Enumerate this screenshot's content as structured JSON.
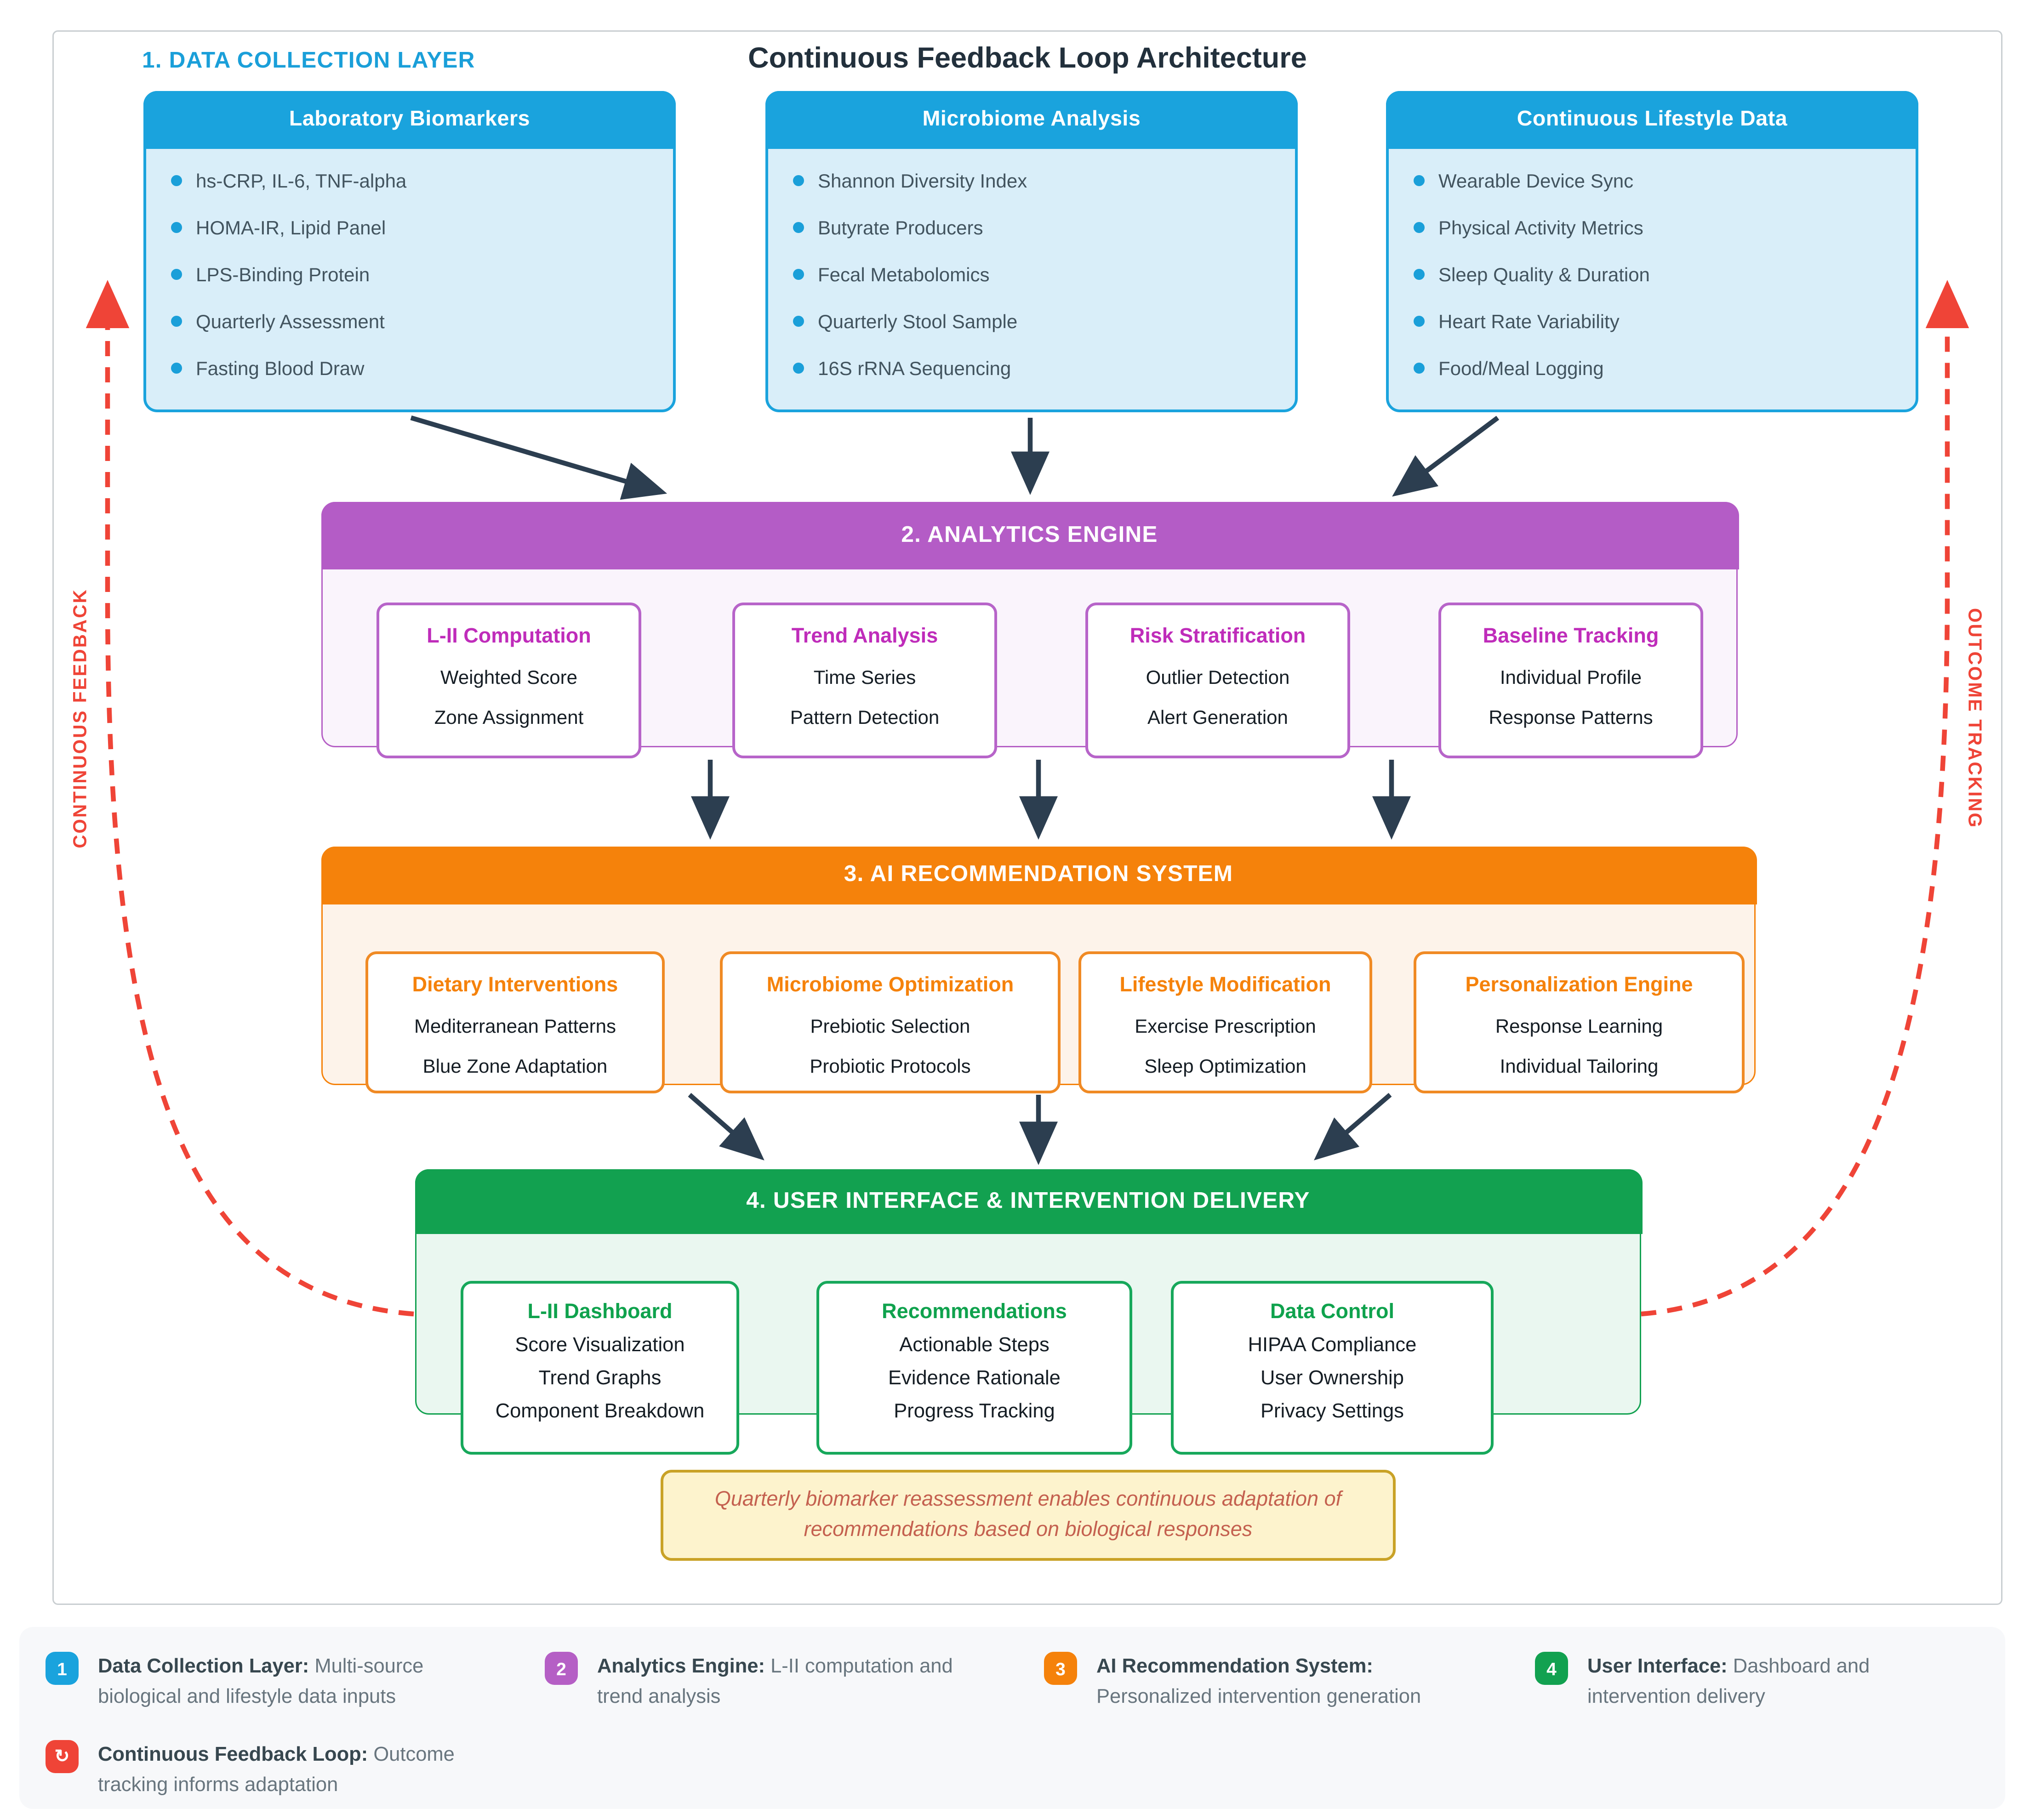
{
  "title": "Continuous Feedback Loop Architecture",
  "section1": {
    "label": "1. DATA COLLECTION LAYER",
    "boxes": [
      {
        "title": "Laboratory Biomarkers",
        "items": [
          "hs-CRP, IL-6, TNF-alpha",
          "HOMA-IR, Lipid Panel",
          "LPS-Binding Protein",
          "Quarterly Assessment",
          "Fasting Blood Draw"
        ]
      },
      {
        "title": "Microbiome Analysis",
        "items": [
          "Shannon Diversity Index",
          "Butyrate Producers",
          "Fecal Metabolomics",
          "Quarterly Stool Sample",
          "16S rRNA Sequencing"
        ]
      },
      {
        "title": "Continuous Lifestyle Data",
        "items": [
          "Wearable Device Sync",
          "Physical Activity Metrics",
          "Sleep Quality & Duration",
          "Heart Rate Variability",
          "Food/Meal Logging"
        ]
      }
    ]
  },
  "section2": {
    "header": "2. ANALYTICS ENGINE",
    "boxes": [
      {
        "title": "L-II Computation",
        "lines": [
          "Weighted Score",
          "Zone Assignment"
        ]
      },
      {
        "title": "Trend Analysis",
        "lines": [
          "Time Series",
          "Pattern Detection"
        ]
      },
      {
        "title": "Risk Stratification",
        "lines": [
          "Outlier Detection",
          "Alert Generation"
        ]
      },
      {
        "title": "Baseline Tracking",
        "lines": [
          "Individual Profile",
          "Response Patterns"
        ]
      }
    ]
  },
  "section3": {
    "header": "3. AI RECOMMENDATION SYSTEM",
    "boxes": [
      {
        "title": "Dietary Interventions",
        "lines": [
          "Mediterranean Patterns",
          "Blue Zone Adaptation"
        ]
      },
      {
        "title": "Microbiome Optimization",
        "lines": [
          "Prebiotic Selection",
          "Probiotic Protocols"
        ]
      },
      {
        "title": "Lifestyle Modification",
        "lines": [
          "Exercise Prescription",
          "Sleep Optimization"
        ]
      },
      {
        "title": "Personalization Engine",
        "lines": [
          "Response Learning",
          "Individual Tailoring"
        ]
      }
    ]
  },
  "section4": {
    "header": "4. USER INTERFACE & INTERVENTION DELIVERY",
    "boxes": [
      {
        "title": "L-II Dashboard",
        "lines": [
          "Score Visualization",
          "Trend Graphs",
          "Component Breakdown"
        ]
      },
      {
        "title": "Recommendations",
        "lines": [
          "Actionable Steps",
          "Evidence Rationale",
          "Progress Tracking"
        ]
      },
      {
        "title": "Data Control",
        "lines": [
          "HIPAA Compliance",
          "User Ownership",
          "Privacy Settings"
        ]
      }
    ]
  },
  "side_labels": {
    "left": "CONTINUOUS FEEDBACK",
    "right": "OUTCOME TRACKING"
  },
  "note": "Quarterly biomarker reassessment enables continuous adaptation of recommendations based on biological responses",
  "legend": {
    "items": [
      {
        "badge": "1",
        "label": "Data Collection Layer:",
        "description": "Multi-source biological and lifestyle data inputs",
        "color": "#1aa3dd"
      },
      {
        "badge": "2",
        "label": "Analytics Engine:",
        "description": "L-II computation and trend analysis",
        "color": "#b55fc5"
      },
      {
        "badge": "3",
        "label": "AI Recommendation System:",
        "description": "Personalized intervention generation",
        "color": "#f5820b"
      },
      {
        "badge": "4",
        "label": "User Interface:",
        "description": "Dashboard and intervention delivery",
        "color": "#12a150"
      },
      {
        "badge": "↻",
        "label": "Continuous Feedback Loop:",
        "description": "Outcome tracking informs adaptation",
        "color": "#ef4437"
      }
    ]
  },
  "colors": {
    "blue": "#1aa3dd",
    "blue_body": "#d9eef9",
    "purple": "#b55fc5",
    "purple_title": "#bf2cba",
    "orange": "#f5820b",
    "green": "#12a150",
    "red": "#ef4437",
    "navy": "#2c3e50",
    "note_bg": "#fdf3cd",
    "note_border": "#c9a227",
    "note_text": "#c4604f",
    "title_text": "#22303c"
  }
}
